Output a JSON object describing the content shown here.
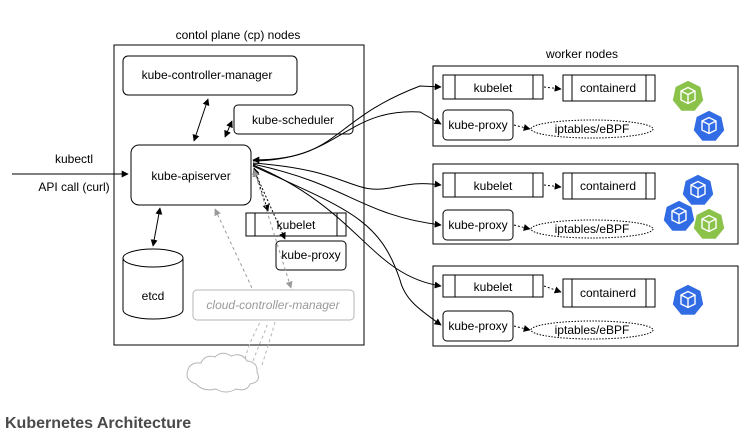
{
  "title": "Kubernetes Architecture",
  "control_plane": {
    "label": "contol plane (cp) nodes",
    "controller_manager": "kube-controller-manager",
    "scheduler": "kube-scheduler",
    "apiserver": "kube-apiserver",
    "kubelet": "kubelet",
    "kube_proxy": "kube-proxy",
    "etcd": "etcd",
    "cloud_controller_manager": "cloud-controller-manager"
  },
  "client": {
    "kubectl": "kubectl",
    "api_call": "API call (curl)"
  },
  "workers": {
    "label": "worker nodes",
    "nodes": [
      {
        "kubelet": "kubelet",
        "runtime": "containerd",
        "kube_proxy": "kube-proxy",
        "dataplane": "iptables/eBPF"
      },
      {
        "kubelet": "kubelet",
        "runtime": "containerd",
        "kube_proxy": "kube-proxy",
        "dataplane": "iptables/eBPF"
      },
      {
        "kubelet": "kubelet",
        "runtime": "containerd",
        "kube_proxy": "kube-proxy",
        "dataplane": "iptables/eBPF"
      }
    ]
  },
  "icons": {
    "pod": "pod-icon",
    "cloud": "cloud-icon",
    "pod_color": "#326CE5",
    "pod_inactive_color": "#8BC34A"
  }
}
